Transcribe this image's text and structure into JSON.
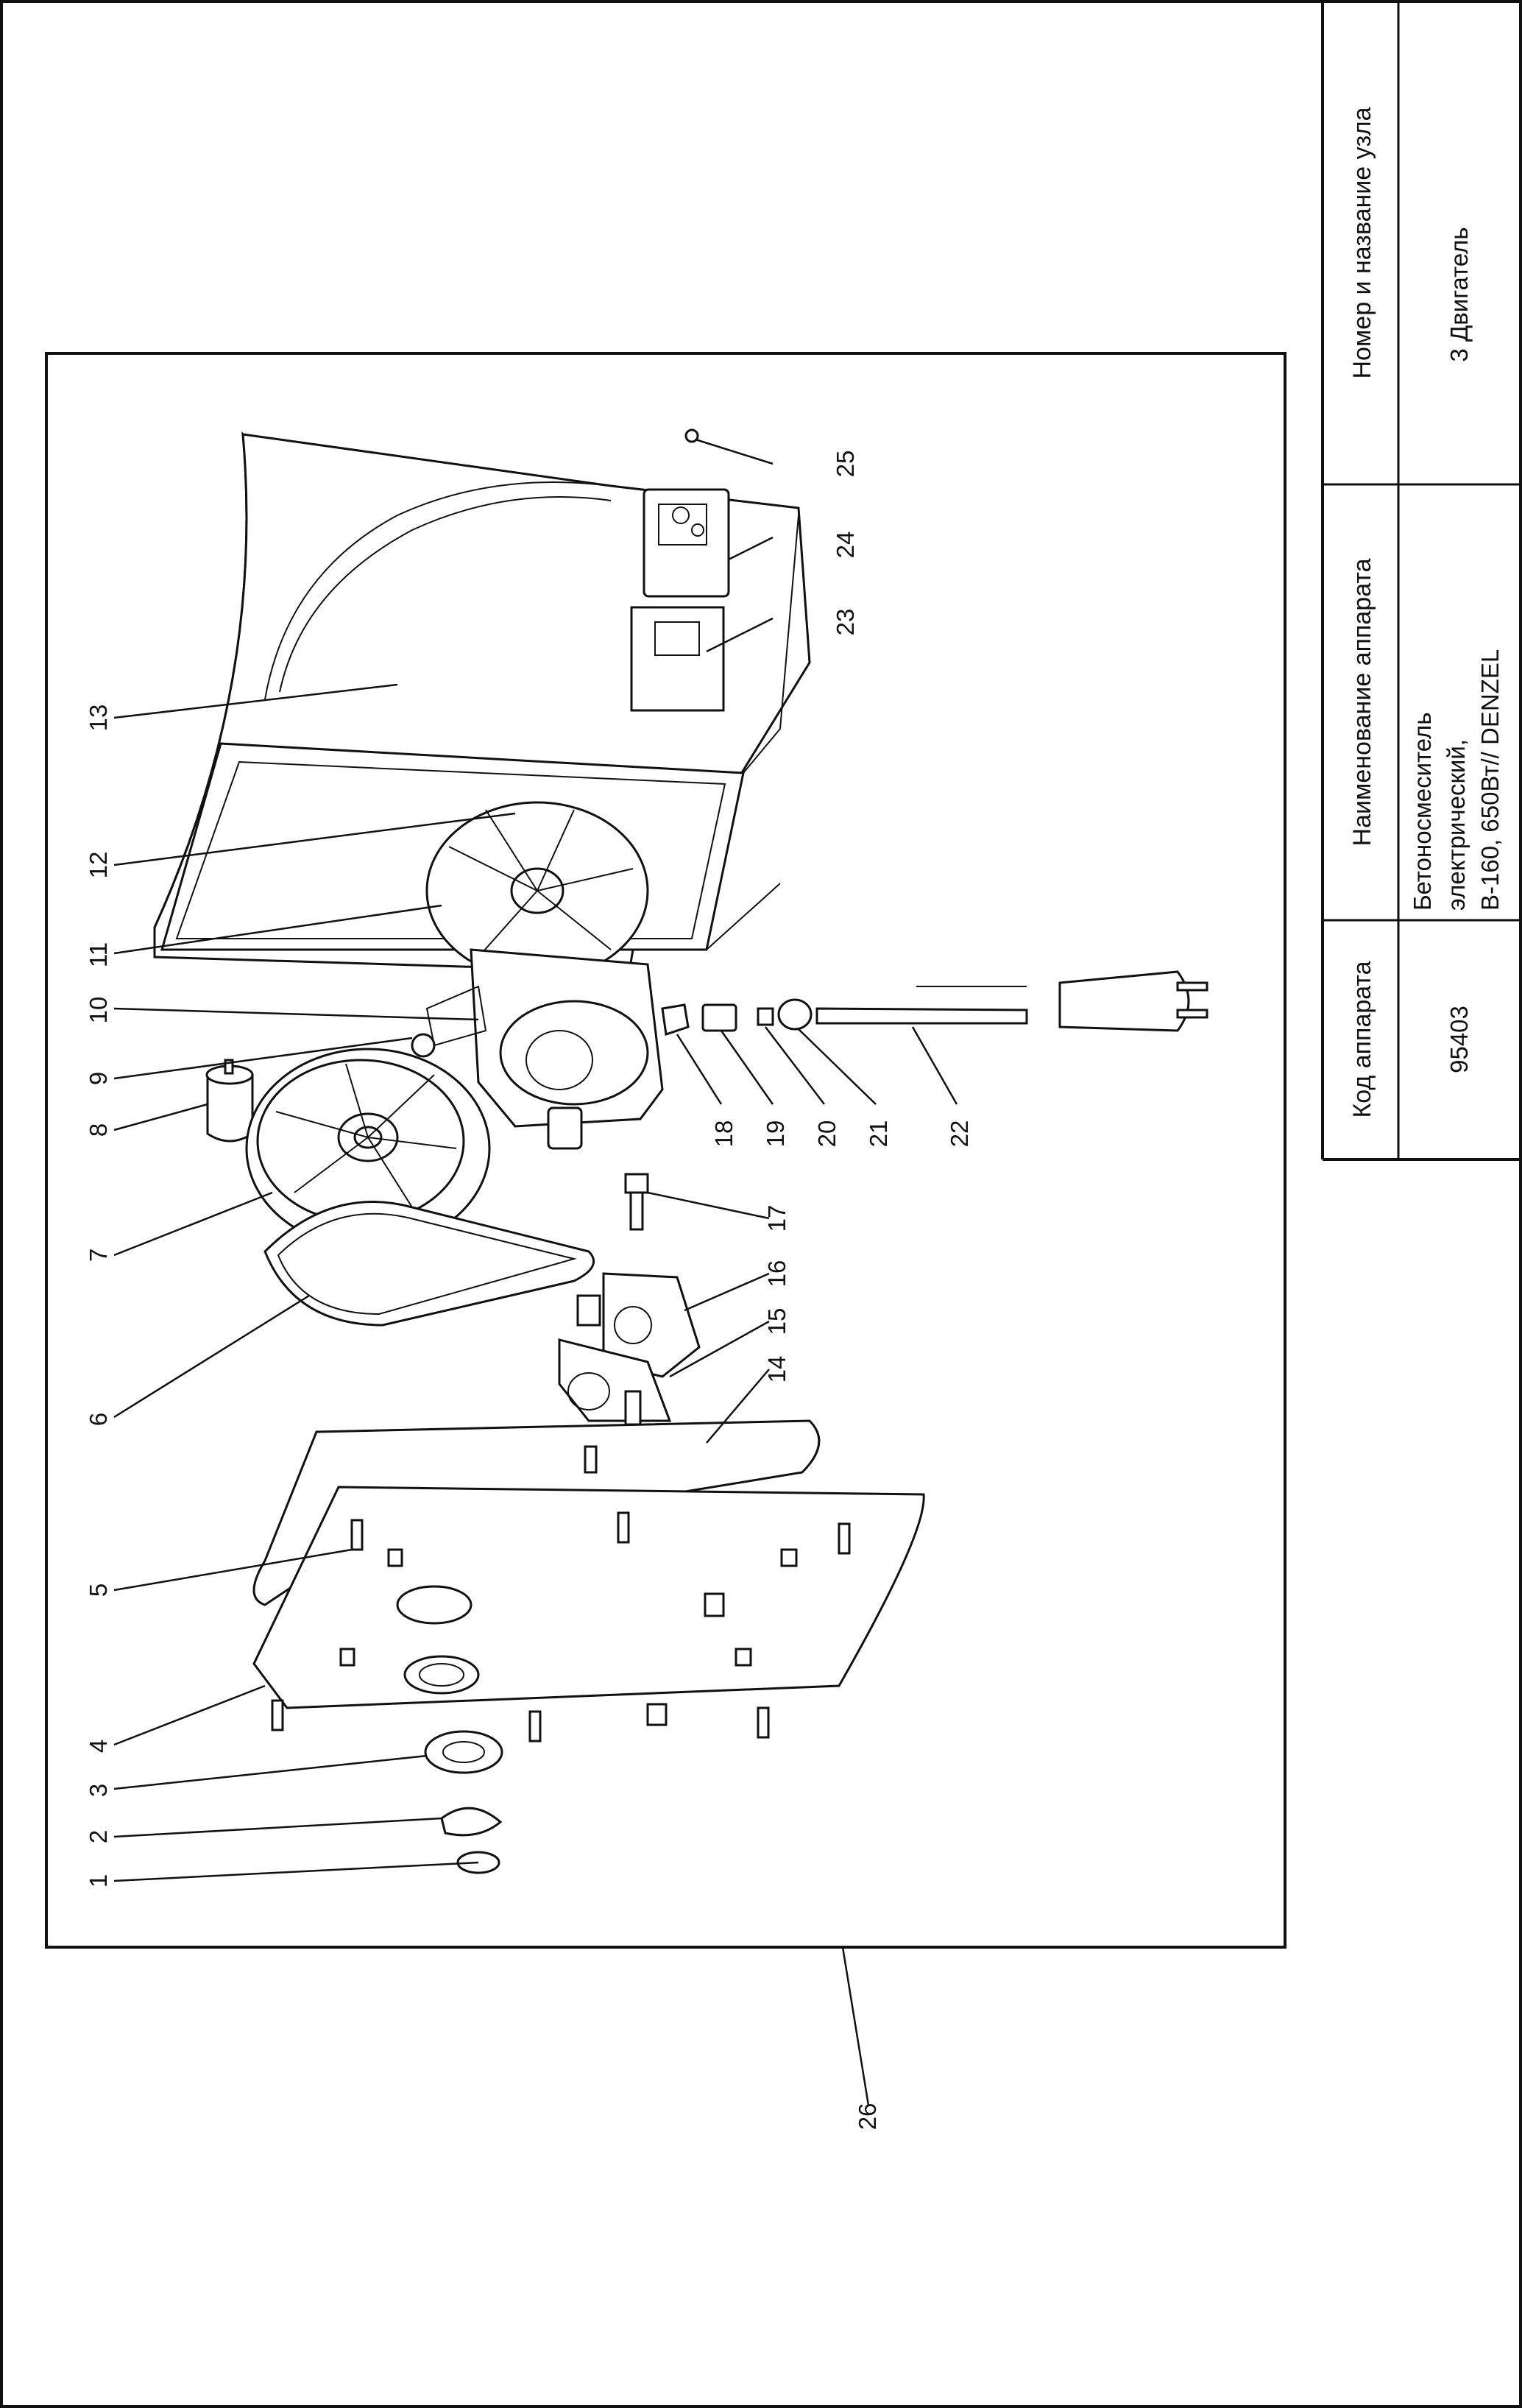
{
  "title_block": {
    "col1_header": "Код аппарата",
    "col1_value": "95403",
    "col2_header": "Наименование аппарата",
    "col2_value_lines": [
      "Бетоносмеситель",
      "электрический,",
      "B-160, 650Вт// DENZEL"
    ],
    "col3_header": "Номер и название узла",
    "col3_value": "3 Двигатель"
  },
  "callouts": [
    "1",
    "2",
    "3",
    "4",
    "5",
    "6",
    "7",
    "8",
    "9",
    "10",
    "11",
    "12",
    "13",
    "14",
    "15",
    "16",
    "17",
    "18",
    "19",
    "20",
    "21",
    "22",
    "23",
    "24",
    "25",
    "26"
  ]
}
